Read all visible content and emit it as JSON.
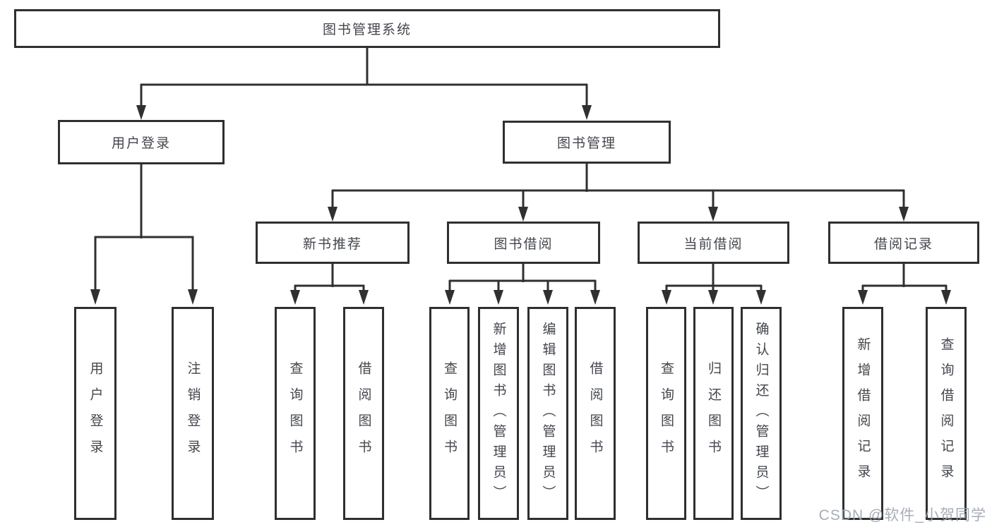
{
  "colors": {
    "line": "#303030",
    "box_border": "#2e2f31",
    "text": "#43464c",
    "background": "#ffffff",
    "watermark": "#9ea4af"
  },
  "tree": {
    "root": {
      "label": "图书管理系统"
    },
    "children": [
      {
        "label": "用户登录",
        "children": [
          {
            "label": "用户登录"
          },
          {
            "label": "注销登录"
          }
        ]
      },
      {
        "label": "图书管理",
        "children": [
          {
            "label": "新书推荐",
            "children": [
              {
                "label": "查询图书"
              },
              {
                "label": "借阅图书"
              }
            ]
          },
          {
            "label": "图书借阅",
            "children": [
              {
                "label": "查询图书"
              },
              {
                "label": "新增图书（管理员）"
              },
              {
                "label": "编辑图书（管理员）"
              },
              {
                "label": "借阅图书"
              }
            ]
          },
          {
            "label": "当前借阅",
            "children": [
              {
                "label": "查询图书"
              },
              {
                "label": "归还图书"
              },
              {
                "label": "确认归还（管理员）"
              }
            ]
          },
          {
            "label": "借阅记录",
            "children": [
              {
                "label": "新增借阅记录"
              },
              {
                "label": "查询借阅记录"
              }
            ]
          }
        ]
      }
    ]
  },
  "watermark": {
    "text": "CSDN @软件_小贺同学"
  }
}
